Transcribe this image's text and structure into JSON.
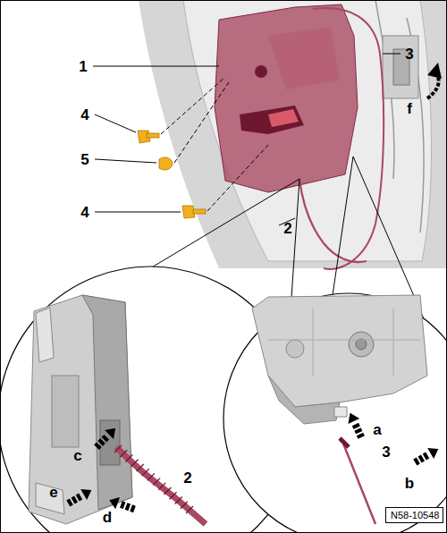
{
  "diagram": {
    "nodes": [
      {
        "text": [
          "N58-10548"
        ]
      }
    ],
    "labels": [
      "1",
      "3",
      "4",
      "5",
      "4",
      "2",
      "f",
      "c",
      "2",
      "e",
      "d",
      "a",
      "3",
      "b"
    ]
  }
}
